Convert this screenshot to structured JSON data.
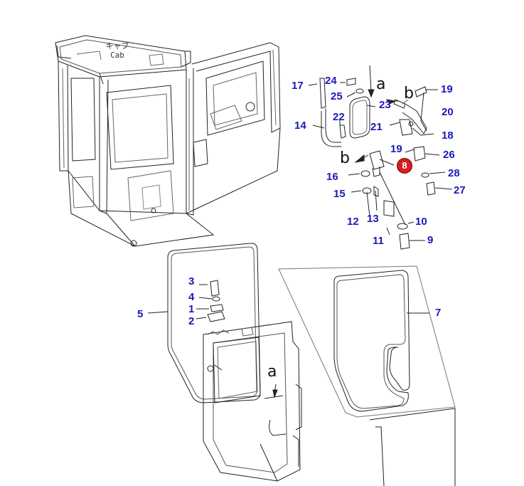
{
  "cab_label_jp": "キャブ",
  "cab_label_en": "Cab",
  "letters": {
    "a_upper": "a",
    "b_upper": "b",
    "b_lower": "b",
    "a_lower": "a"
  },
  "callouts": {
    "n1": "1",
    "n2": "2",
    "n3": "3",
    "n4": "4",
    "n5": "5",
    "n7": "7",
    "n8": "8",
    "n9": "9",
    "n10": "10",
    "n11": "11",
    "n12": "12",
    "n13": "13",
    "n14": "14",
    "n15": "15",
    "n16": "16",
    "n17": "17",
    "n18": "18",
    "n19a": "19",
    "n19b": "19",
    "n20": "20",
    "n21": "21",
    "n22": "22",
    "n23": "23",
    "n24": "24",
    "n25": "25",
    "n26": "26",
    "n27": "27",
    "n28": "28"
  },
  "colors": {
    "callout_text": "#1a1ab8",
    "highlight_badge": "#d42020",
    "line": "#222222"
  }
}
